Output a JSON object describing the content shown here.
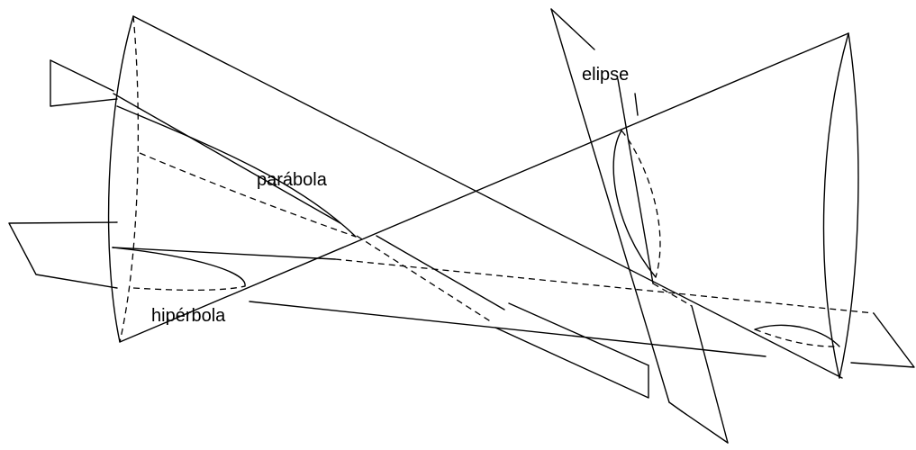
{
  "labels": {
    "elipse": "elipse",
    "parabola": "parábola",
    "hiperbola": "hipérbola"
  }
}
